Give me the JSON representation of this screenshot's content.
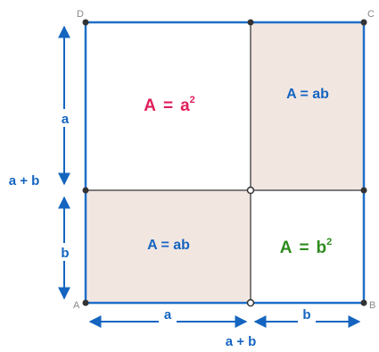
{
  "vertices": {
    "top_left": "D",
    "top_right": "C",
    "bottom_left": "A",
    "bottom_right": "B"
  },
  "dimensions": {
    "left_a": "a",
    "left_b": "b",
    "left_total": "a + b",
    "bottom_a": "a",
    "bottom_b": "b",
    "bottom_total": "a + b"
  },
  "regions": {
    "top_left": {
      "lhs": "A",
      "eq": "=",
      "base": "a",
      "exponent": "2"
    },
    "top_right": {
      "text": "A = ab"
    },
    "bottom_left": {
      "text": "A = ab"
    },
    "bottom_right": {
      "lhs": "A",
      "eq": "=",
      "base": "b",
      "exponent": "2"
    }
  },
  "colors": {
    "outline": "#1e6fc8",
    "rect_fill": "#f2e6e1",
    "a_squared": "#e01e5a",
    "ab": "#1565c0",
    "b_squared": "#2e8b1e",
    "dimension": "#1565c0"
  }
}
